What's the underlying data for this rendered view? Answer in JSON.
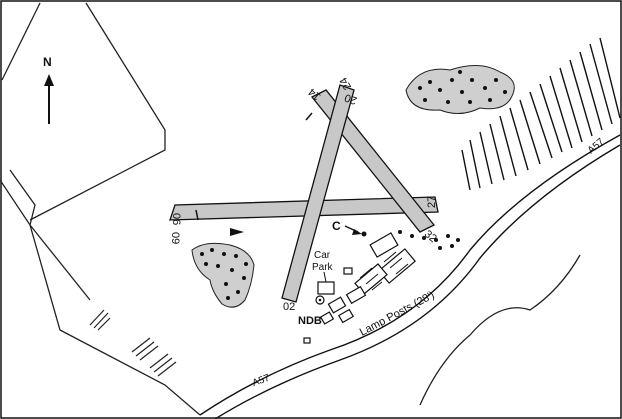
{
  "north_label": "N",
  "runways": [
    "14",
    "32",
    "20",
    "02",
    "09",
    "27",
    "24",
    "06"
  ],
  "labels": {
    "checkpoint": "C",
    "car_park_line1": "Car",
    "car_park_line2": "Park",
    "ndb": "NDB",
    "lamp_posts": "Lamp Posts (28')",
    "road_top": "A57",
    "road_bottom": "A57"
  },
  "colors": {
    "runway_fill": "#c8c8c8",
    "ink": "#111111",
    "paper": "#ffffff"
  }
}
